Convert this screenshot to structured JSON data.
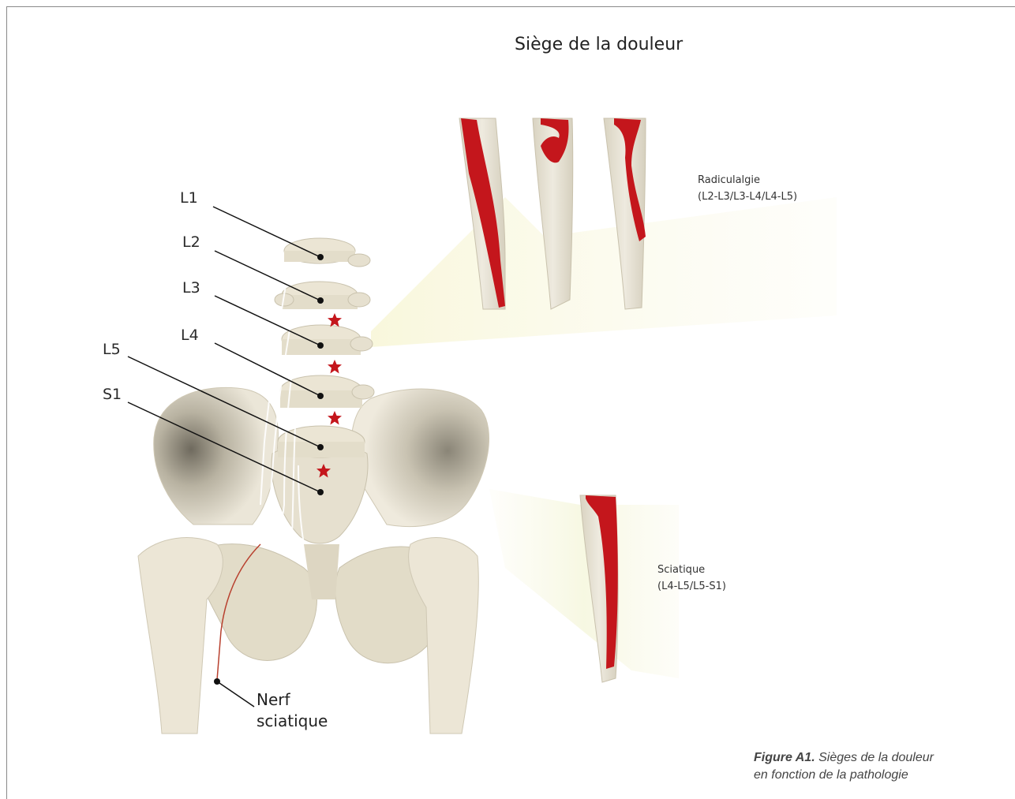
{
  "title": "Siège de la douleur",
  "vertebrae": [
    "L1",
    "L2",
    "L3",
    "L4",
    "L5",
    "S1"
  ],
  "radiculalgie": {
    "label": "Radiculalgie",
    "levels": "(L2-L3/L3-L4/L4-L5)"
  },
  "sciatique": {
    "label": "Sciatique",
    "levels": "(L4-L5/L5-S1)"
  },
  "nerve": {
    "line1": "Nerf",
    "line2": "sciatique"
  },
  "caption": {
    "figure": "Figure A1.",
    "text_line1": "Sièges de la douleur",
    "text_line2": "en fonction de la pathologie"
  },
  "colors": {
    "pain": "#c4161c",
    "bone": "#ece6d6",
    "highlight": "#f3f0c8"
  }
}
